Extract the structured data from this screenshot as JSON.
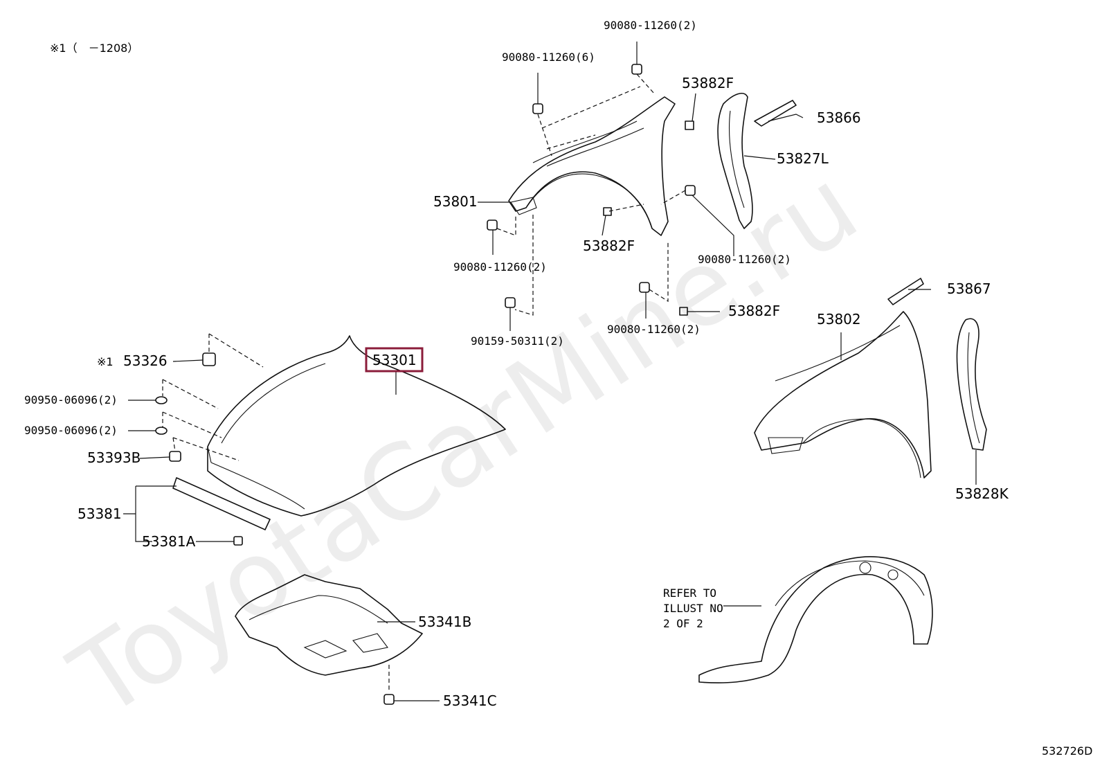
{
  "note_top": "※1（　－1208）",
  "diagram_code": "532726D",
  "watermark": "ToyotaCarMine.ru",
  "highlight_color": "#8b1c3a",
  "labels": {
    "bolt_top_2": "90080-11260(2)",
    "bolt_top_6": "90080-11260(6)",
    "p53882F_top": "53882F",
    "p53866": "53866",
    "p53827L": "53827L",
    "p53801": "53801",
    "bolt_left_2": "90080-11260(2)",
    "p53882F_mid": "53882F",
    "bolt_right_2": "90080-11260(2)",
    "screw_2": "90159-50311(2)",
    "p53867": "53867",
    "p53882F_bot": "53882F",
    "bolt_bot_2": "90080-11260(2)",
    "p53802": "53802",
    "p53828K": "53828K",
    "p53326_mark": "※1",
    "p53326": "53326",
    "p53301": "53301",
    "cushion_1": "90950-06096(2)",
    "cushion_2": "90950-06096(2)",
    "p53393B": "53393B",
    "p53381": "53381",
    "p53381A": "53381A",
    "p53341B": "53341B",
    "p53341C": "53341C",
    "refer_line1": "REFER TO",
    "refer_line2": "ILLUST NO",
    "refer_line3": "2 OF 2"
  }
}
